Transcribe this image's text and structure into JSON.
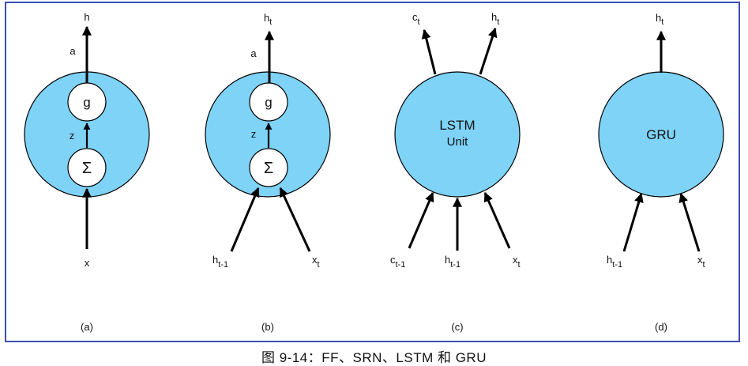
{
  "panels": {
    "a": {
      "label": "(a)",
      "activation": "g",
      "sum_symbol": "Σ",
      "edge_a": "a",
      "edge_z": "z",
      "output": "h",
      "input": "x"
    },
    "b": {
      "label": "(b)",
      "activation": "g",
      "sum_symbol": "Σ",
      "edge_a": "a",
      "edge_z": "z",
      "output_base": "h",
      "output_sub": "t",
      "input1_base": "h",
      "input1_sub": "t-1",
      "input2_base": "x",
      "input2_sub": "t"
    },
    "c": {
      "label": "(c)",
      "unit_line1": "LSTM",
      "unit_line2": "Unit",
      "out1_base": "c",
      "out1_sub": "t",
      "out2_base": "h",
      "out2_sub": "t",
      "in1_base": "c",
      "in1_sub": "t-1",
      "in2_base": "h",
      "in2_sub": "t-1",
      "in3_base": "x",
      "in3_sub": "t"
    },
    "d": {
      "label": "(d)",
      "unit": "GRU",
      "output_base": "h",
      "output_sub": "t",
      "input1_base": "h",
      "input1_sub": "t-1",
      "input2_base": "x",
      "input2_sub": "t"
    }
  },
  "caption": "图 9-14：FF、SRN、LSTM 和 GRU",
  "colors": {
    "unit_fill": "#7ed3f7",
    "frame": "#3b4fb3",
    "stroke": "#000000",
    "inner_fill": "#ffffff"
  }
}
